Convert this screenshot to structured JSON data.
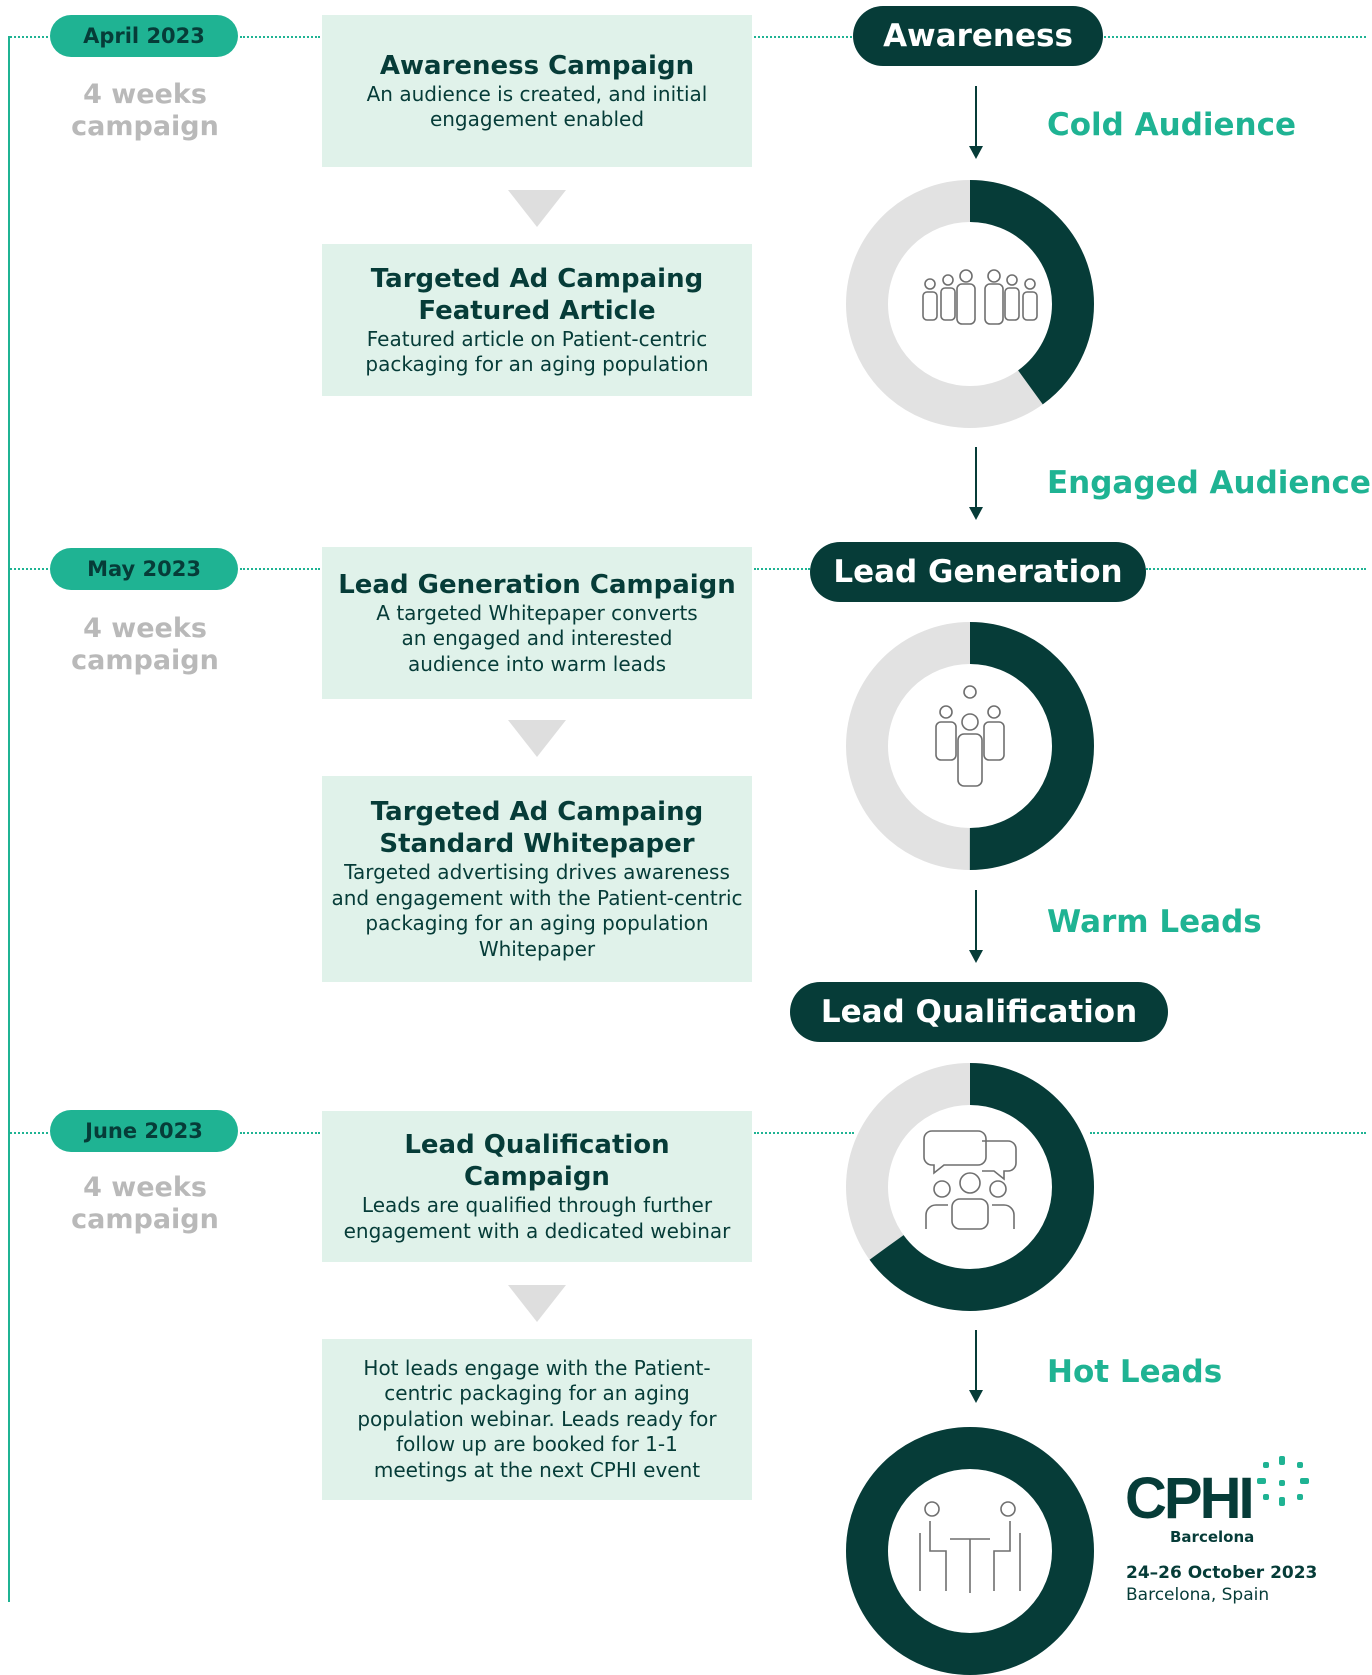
{
  "colors": {
    "dark": "#063c38",
    "accent": "#1fb393",
    "box": "#e0f2ea",
    "ring_bg": "#e2e2e2"
  },
  "timeline": [
    {
      "month": "April 2023",
      "duration_line1": "4 weeks",
      "duration_line2": "campaign"
    },
    {
      "month": "May 2023",
      "duration_line1": "4 weeks",
      "duration_line2": "campaign"
    },
    {
      "month": "June 2023",
      "duration_line1": "4 weeks",
      "duration_line2": "campaign"
    }
  ],
  "boxes": [
    {
      "title": "Awareness Campaign",
      "desc": "An audience is created, and initial engagement enabled"
    },
    {
      "title": "Targeted Ad Campaing",
      "title2": "Featured Article",
      "desc": "Featured article on Patient-centric packaging for an aging population"
    },
    {
      "title": "Lead Generation Campaign",
      "desc": "A targeted Whitepaper converts an engaged and interested audience into warm leads"
    },
    {
      "title": "Targeted Ad Campaing",
      "title2": "Standard Whitepaper",
      "desc": "Targeted advertising drives awareness and engagement with the Patient-centric packaging for an aging population Whitepaper"
    },
    {
      "title": "Lead Qualification Campaign",
      "desc": "Leads are qualified through further engagement with a dedicated webinar"
    },
    {
      "desc": "Hot leads engage with the Patient-centric packaging for an aging population webinar. Leads ready for follow up are booked for 1-1 meetings at the next CPHI event"
    }
  ],
  "stages": [
    "Awareness",
    "Lead Generation",
    "Lead Qualification"
  ],
  "audiences": [
    "Cold Audience",
    "Engaged Audience",
    "Warm Leads",
    "Hot Leads"
  ],
  "donuts": [
    {
      "icon": "crowd-icon",
      "fraction": 0.4
    },
    {
      "icon": "group-icon",
      "fraction": 0.5
    },
    {
      "icon": "discussion-icon",
      "fraction": 0.65
    },
    {
      "icon": "meeting-icon",
      "fraction": 1.0
    }
  ],
  "event": {
    "brand": "CPHI",
    "city": "Barcelona",
    "dates": "24–26 October 2023",
    "location": "Barcelona, Spain"
  }
}
